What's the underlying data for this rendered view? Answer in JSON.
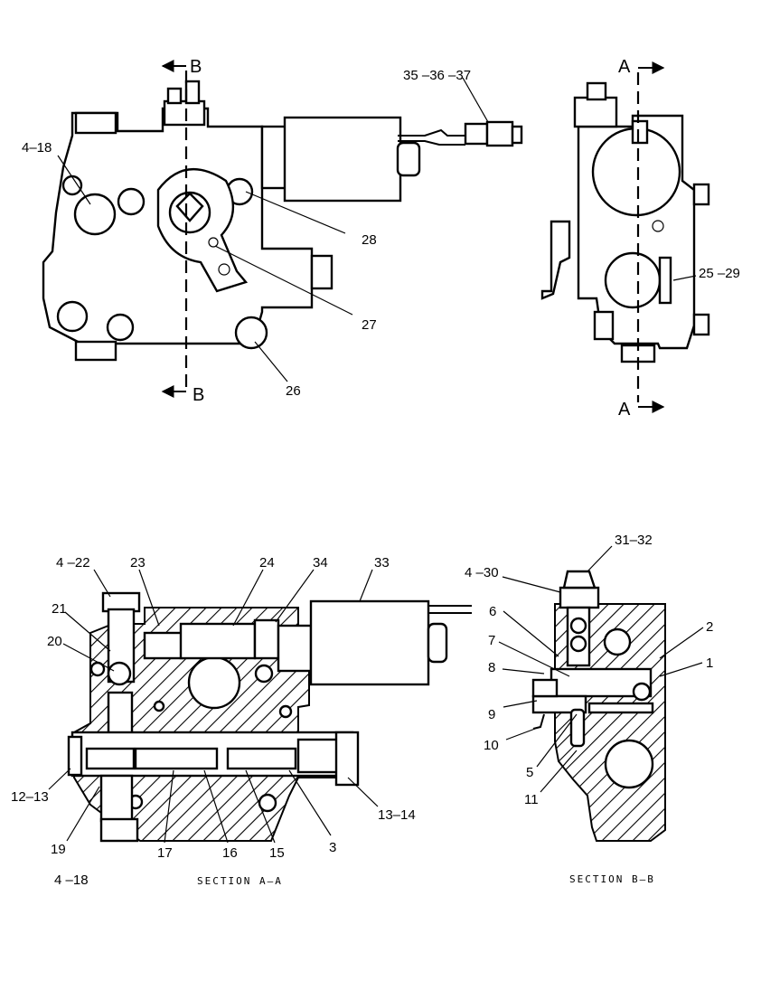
{
  "labels": {
    "top_left_4_18": "4–18",
    "l28": "28",
    "l27": "27",
    "l26": "26",
    "l35_37": "35 –36 –37",
    "l25_29": "25 –29",
    "l4_22": "4 –22",
    "l23": "23",
    "l24": "24",
    "l34": "34",
    "l33": "33",
    "l21": "21",
    "l20": "20",
    "l12_13": "12–13",
    "l19": "19",
    "l4_18_bottom": "4 –18",
    "l17": "17",
    "l16": "16",
    "l15": "15",
    "l3": "3",
    "l13_14": "13–14",
    "l31_32": "31–32",
    "l4_30": "4 –30",
    "l6": "6",
    "l7": "7",
    "l8": "8",
    "l9": "9",
    "l10": "10",
    "l5": "5",
    "l11": "11",
    "l2": "2",
    "l1": "1"
  },
  "section_marks": {
    "b_top": "B",
    "b_bottom": "B",
    "a_top": "A",
    "a_bottom": "A"
  },
  "captions": {
    "section_a": "SECTION A–A",
    "section_b": "SECTION B–B"
  }
}
